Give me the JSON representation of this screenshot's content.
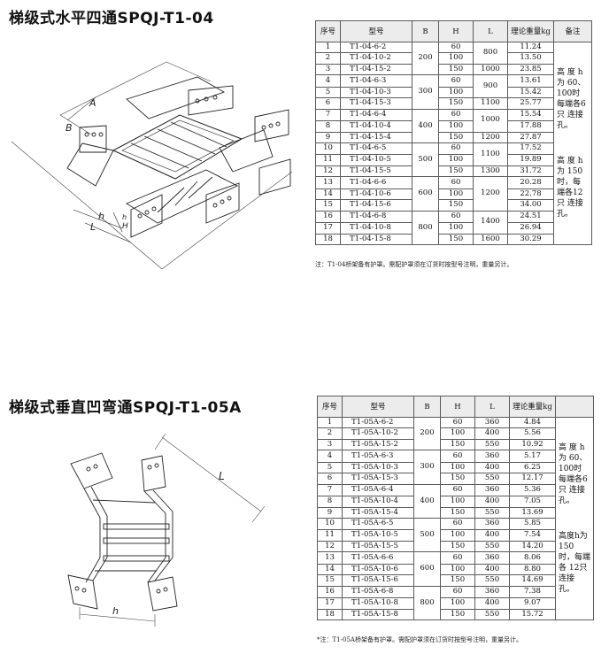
{
  "section1": {
    "title": "梯级式水平四通SPQJ-T1-04",
    "drawing_labels": {
      "A": "A",
      "B": "B",
      "h": "h",
      "L": "L",
      "H": "H",
      "h2": "h"
    },
    "headers": [
      "序号",
      "型号",
      "B",
      "H",
      "L",
      "理论重量kg",
      "备注"
    ],
    "rows": [
      [
        "1",
        "T1-04-6-2",
        "200",
        "60",
        "800",
        "11.24"
      ],
      [
        "2",
        "T1-04-10-2",
        "",
        "100",
        "",
        "13.50"
      ],
      [
        "3",
        "T1-04-15-2",
        "",
        "150",
        "1000",
        "23.85"
      ],
      [
        "4",
        "T1-04-6-3",
        "300",
        "60",
        "900",
        "13.61"
      ],
      [
        "5",
        "T1-04-10-3",
        "",
        "100",
        "",
        "15.42"
      ],
      [
        "6",
        "T1-04-15-3",
        "",
        "150",
        "1100",
        "25.77"
      ],
      [
        "7",
        "T1-04-6-4",
        "400",
        "60",
        "1000",
        "15.54"
      ],
      [
        "8",
        "T1-04-10-4",
        "",
        "100",
        "",
        "17.88"
      ],
      [
        "9",
        "T1-04-15-4",
        "",
        "150",
        "1200",
        "27.87"
      ],
      [
        "10",
        "T1-04-6-5",
        "500",
        "60",
        "1100",
        "17.52"
      ],
      [
        "11",
        "T1-04-10-5",
        "",
        "100",
        "",
        "19.89"
      ],
      [
        "12",
        "T1-04-15-5",
        "",
        "150",
        "1300",
        "31.72"
      ],
      [
        "13",
        "T1-04-6-6",
        "600",
        "60",
        "1200",
        "20.28"
      ],
      [
        "14",
        "T1-04-10-6",
        "",
        "100",
        "",
        "22.78"
      ],
      [
        "15",
        "T1-04-15-6",
        "",
        "150",
        "",
        "34.00"
      ],
      [
        "16",
        "T1-04-6-8",
        "800",
        "60",
        "1400",
        "24.51"
      ],
      [
        "17",
        "T1-04-10-8",
        "",
        "100",
        "",
        "26.94"
      ],
      [
        "18",
        "T1-04-15-8",
        "",
        "150",
        "1600",
        "30.29"
      ]
    ],
    "notes": [
      "高 度 h 为 60、100时 每端各6只 连接孔。",
      "高 度 h 为 150时，每 端各12只 连接孔。"
    ],
    "footnote": "注：T1-04桥架备有护罩。需配护罩须在订货时按型号注明，重量另计。"
  },
  "section2": {
    "title": "梯级式垂直凹弯通SPQJ-T1-05A",
    "drawing_labels": {
      "L": "L",
      "h": "h"
    },
    "headers": [
      "序号",
      "型号",
      "B",
      "H",
      "L",
      "理论重量kg",
      ""
    ],
    "rows": [
      [
        "1",
        "T1-05A-6-2",
        "200",
        "60",
        "360",
        "4.84"
      ],
      [
        "2",
        "T1-05A-10-2",
        "",
        "100",
        "400",
        "5.56"
      ],
      [
        "3",
        "T1-05A-15-2",
        "",
        "150",
        "550",
        "10.92"
      ],
      [
        "4",
        "T1-05A-6-3",
        "300",
        "60",
        "360",
        "5.17"
      ],
      [
        "5",
        "T1-05A-10-3",
        "",
        "100",
        "400",
        "6.25"
      ],
      [
        "6",
        "T1-05A-15-3",
        "",
        "150",
        "550",
        "12.17"
      ],
      [
        "7",
        "T1-05A-6-4",
        "400",
        "60",
        "360",
        "5.36"
      ],
      [
        "8",
        "T1-05A-10-4",
        "",
        "100",
        "400",
        "7.05"
      ],
      [
        "9",
        "T1-05A-15-4",
        "",
        "150",
        "550",
        "13.69"
      ],
      [
        "10",
        "T1-05A-6-5",
        "500",
        "60",
        "360",
        "5.85"
      ],
      [
        "11",
        "T1-05A-10-5",
        "",
        "100",
        "400",
        "7.54"
      ],
      [
        "12",
        "T1-05A-15-5",
        "",
        "150",
        "550",
        "14.20"
      ],
      [
        "13",
        "T1-05A-6-6",
        "600",
        "60",
        "360",
        "8.06"
      ],
      [
        "14",
        "T1-05A-10-6",
        "",
        "100",
        "400",
        "8.80"
      ],
      [
        "15",
        "T1-05A-15-6",
        "",
        "150",
        "550",
        "14.69"
      ],
      [
        "16",
        "T1-05A-6-8",
        "800",
        "60",
        "360",
        "7.38"
      ],
      [
        "17",
        "T1-05A-10-8",
        "",
        "100",
        "400",
        "9.07"
      ],
      [
        "18",
        "T1-05A-15-8",
        "",
        "150",
        "550",
        "15.72"
      ]
    ],
    "notes": [
      "高 度 h 为 60、100时 每端各6只 连接孔。",
      "高度h为150 时，每端各 12只连接 孔。"
    ],
    "footnote": "*注：T1-05A桥架备有护罩。需配护罩须在订货时按型号注明，重量另计。"
  }
}
